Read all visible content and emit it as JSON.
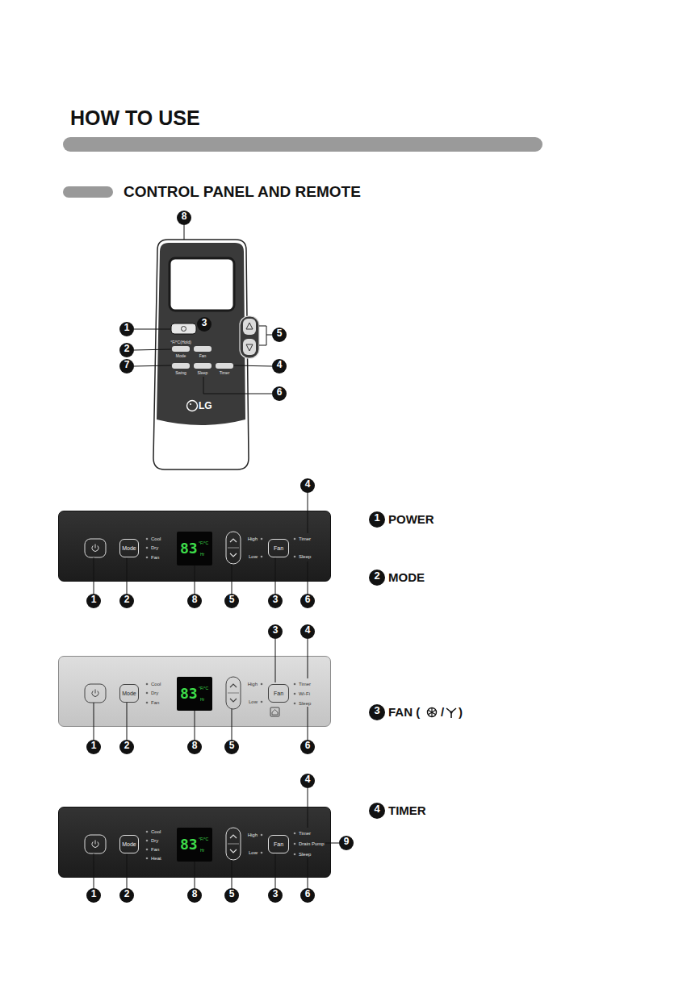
{
  "diagram": {
    "title": "HOW TO USE",
    "nodes": [
      {
        "text": [
          "Cool",
          "Dry",
          "Fan",
          "High",
          "Low",
          "Timer",
          "Sleep"
        ]
      },
      {
        "text": [
          "83",
          "°F/°C",
          "Hr"
        ],
        "in": 0
      },
      {
        "text": [
          "Mode"
        ],
        "in": 0
      },
      {
        "text": [
          "Fan"
        ],
        "in": 0
      },
      {
        "text": [
          "Cool",
          "Dry",
          "Fan",
          "High",
          "Low",
          "Timer",
          "Wi-Fi",
          "Sleep"
        ]
      },
      {
        "text": [
          "83",
          "°F/°C",
          "Hr"
        ],
        "in": 4
      },
      {
        "text": [
          "Mode"
        ],
        "in": 4
      },
      {
        "text": [
          "Fan"
        ],
        "in": 4
      },
      {
        "text": [
          "Cool",
          "Dry",
          "Fan",
          "Heat",
          "High",
          "Low",
          "Timer",
          "Drain Pump",
          "Sleep"
        ]
      },
      {
        "text": [
          "83",
          "°F/°C",
          "Hr"
        ],
        "in": 8
      },
      {
        "text": [
          "Mode"
        ],
        "in": 8
      },
      {
        "text": [
          "Fan"
        ],
        "in": 8
      }
    ],
    "labels": [
      "CONTROL PANEL AND REMOTE",
      "8",
      "1",
      "3",
      "5",
      "2",
      "7",
      "4",
      "6",
      "°F/°C(Hold)",
      "Mode",
      "Fan",
      "Swing",
      "Sleep",
      "Timer",
      "LG",
      "4",
      "1",
      "2",
      "8",
      "5",
      "3",
      "6",
      "3",
      "4",
      "1",
      "2",
      "8",
      "5",
      "6",
      "4",
      "9",
      "1",
      "2",
      "8",
      "5",
      "3",
      "6",
      "1",
      "POWER",
      "2",
      "MODE",
      "3",
      "FAN (",
      "/",
      ")",
      "4",
      "TIMER"
    ]
  }
}
